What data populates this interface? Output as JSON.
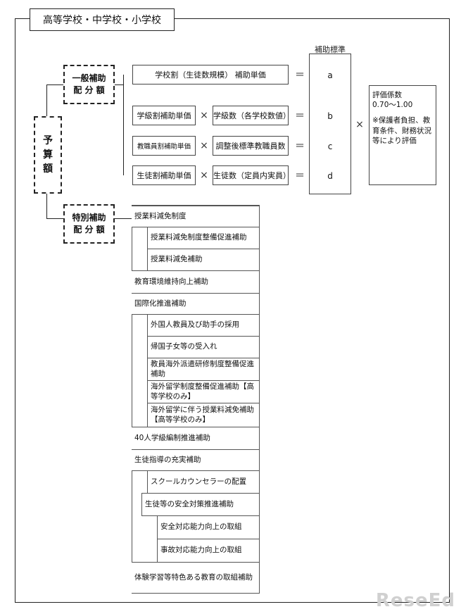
{
  "title": "高等学校・中学校・小学校",
  "yosangaku": "予\n算\n額",
  "ippan": "一般補助\n配 分 額",
  "tokubetsu": "特別補助\n配 分 額",
  "hojo_hyojun": "補助標準",
  "rows": [
    {
      "left": "学校割（生徒数規模） 補助単価",
      "letter": "a"
    },
    {
      "left": "学級割補助単価",
      "right": "学級数（各学校数値）",
      "letter": "b"
    },
    {
      "left": "教職員割補助単価",
      "right": "調整後標準教職員数",
      "letter": "c"
    },
    {
      "left": "生徒割補助単価",
      "right": "生徒数（定員内実員）",
      "letter": "d"
    }
  ],
  "ops": {
    "eq": "＝",
    "times": "×"
  },
  "eval": {
    "line1": "評価係数",
    "line2": "0.70〜1.00",
    "note": "※保護者負担、教育条件、財務状況等により評価"
  },
  "special": [
    {
      "text": "授業料減免制度",
      "level": 0
    },
    {
      "text": "授業料減免制度整備促進補助",
      "level": 1
    },
    {
      "text": "授業料減免補助",
      "level": 1
    },
    {
      "text": "教育環境維持向上補助",
      "level": 0
    },
    {
      "text": "国際化推進補助",
      "level": 0
    },
    {
      "text": "外国人教員及び助手の採用",
      "level": 1
    },
    {
      "text": "帰国子女等の受入れ",
      "level": 1
    },
    {
      "text": "教員海外派遣研修制度整備促進補助",
      "level": 1
    },
    {
      "text": "海外留学制度整備促進補助【高等学校のみ】",
      "level": 1
    },
    {
      "text": "海外留学に伴う授業料減免補助【高等学校のみ】",
      "level": 1
    },
    {
      "text": "40人学級編制推進補助",
      "level": 0
    },
    {
      "text": "生徒指導の充実補助",
      "level": 0
    },
    {
      "text": "スクールカウンセラーの配置",
      "level": 1
    },
    {
      "text": "生徒等の安全対策推進補助",
      "level": 0
    },
    {
      "text": "安全対応能力向上の取組",
      "level": 2
    },
    {
      "text": "事故対応能力向上の取組",
      "level": 2
    },
    {
      "text": "体験学習等特色ある教育の取組補助",
      "level": 0
    }
  ],
  "logo": "ReseEd"
}
